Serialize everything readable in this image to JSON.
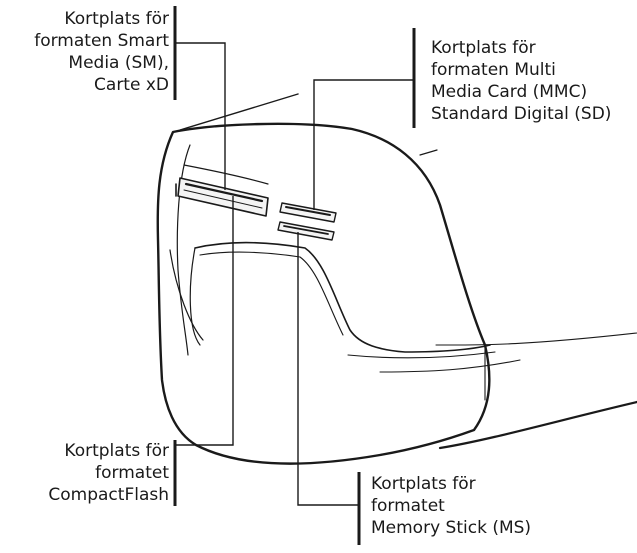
{
  "callouts": {
    "sm_xd": {
      "lines": [
        "Kortplats för",
        "formaten Smart",
        "Media (SM),",
        "Carte xD"
      ]
    },
    "mmc_sd": {
      "lines": [
        "Kortplats för",
        "formaten Multi",
        "Media Card (MMC)",
        "Standard Digital (SD)"
      ]
    },
    "cf": {
      "lines": [
        "Kortplats för",
        "formatet",
        "CompactFlash"
      ]
    },
    "ms": {
      "lines": [
        "Kortplats för",
        "formatet",
        "Memory Stick (MS)"
      ]
    }
  },
  "colors": {
    "line": "#1a1a1a",
    "device_fill": "#ffffff",
    "background": "#ffffff"
  }
}
